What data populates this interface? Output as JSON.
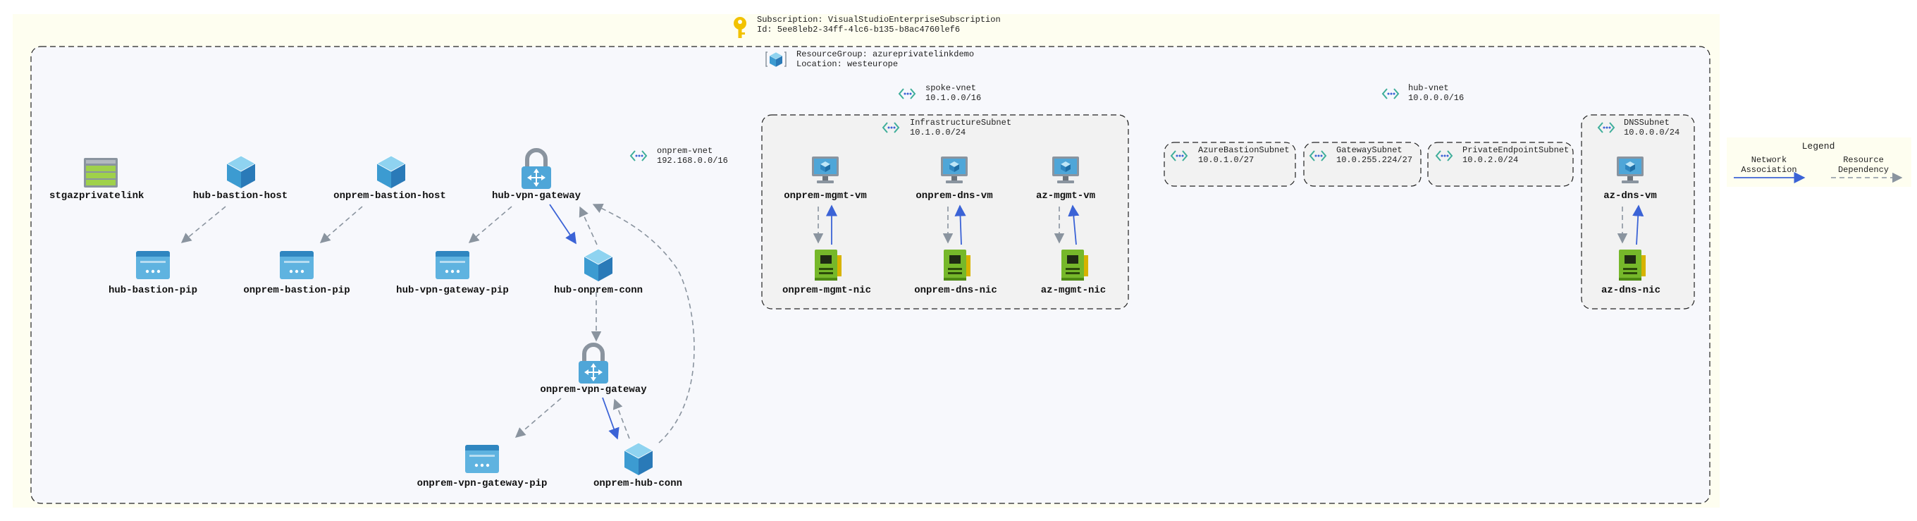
{
  "subscription": {
    "name_line": "Subscription: VisualStudioEnterpriseSubscription",
    "id_line": "Id: 5ee8leb2-34ff-4lc6-b135-b8ac4760lef6"
  },
  "resource_group": {
    "name_line": "ResourceGroup: azureprivatelinkdemo",
    "location_line": "Location: westeurope"
  },
  "vnets": {
    "onprem": {
      "name": "onprem-vnet",
      "cidr": "192.168.0.0/16"
    },
    "spoke": {
      "name": "spoke-vnet",
      "cidr": "10.1.0.0/16"
    },
    "hub": {
      "name": "hub-vnet",
      "cidr": "10.0.0.0/16"
    }
  },
  "subnets": {
    "infrastructure": {
      "name": "InfrastructureSubnet",
      "cidr": "10.1.0.0/24"
    },
    "bastion": {
      "name": "AzureBastionSubnet",
      "cidr": "10.0.1.0/27"
    },
    "gateway": {
      "name": "GatewaySubnet",
      "cidr": "10.0.255.224/27"
    },
    "privateendpoint": {
      "name": "PrivateEndpointSubnet",
      "cidr": "10.0.2.0/24"
    },
    "dns": {
      "name": "DNSSubnet",
      "cidr": "10.0.0.0/24"
    }
  },
  "nodes": {
    "stgazprivatelink": {
      "label": "stgazprivatelink",
      "icon": "storage-account-icon"
    },
    "hub_bastion_host": {
      "label": "hub-bastion-host",
      "icon": "cube-resource-icon"
    },
    "onprem_bastion_host": {
      "label": "onprem-bastion-host",
      "icon": "cube-resource-icon"
    },
    "hub_vpn_gateway": {
      "label": "hub-vpn-gateway",
      "icon": "vpn-gateway-lock-icon"
    },
    "hub_bastion_pip": {
      "label": "hub-bastion-pip",
      "icon": "public-ip-icon"
    },
    "onprem_bastion_pip": {
      "label": "onprem-bastion-pip",
      "icon": "public-ip-icon"
    },
    "hub_vpn_gateway_pip": {
      "label": "hub-vpn-gateway-pip",
      "icon": "public-ip-icon"
    },
    "hub_onprem_conn": {
      "label": "hub-onprem-conn",
      "icon": "cube-resource-icon"
    },
    "onprem_vpn_gateway": {
      "label": "onprem-vpn-gateway",
      "icon": "vpn-gateway-lock-icon"
    },
    "onprem_vpn_gateway_pip": {
      "label": "onprem-vpn-gateway-pip",
      "icon": "public-ip-icon"
    },
    "onprem_hub_conn": {
      "label": "onprem-hub-conn",
      "icon": "cube-resource-icon"
    },
    "onprem_mgmt_vm": {
      "label": "onprem-mgmt-vm",
      "icon": "virtual-machine-icon"
    },
    "onprem_dns_vm": {
      "label": "onprem-dns-vm",
      "icon": "virtual-machine-icon"
    },
    "az_mgmt_vm": {
      "label": "az-mgmt-vm",
      "icon": "virtual-machine-icon"
    },
    "onprem_mgmt_nic": {
      "label": "onprem-mgmt-nic",
      "icon": "network-interface-icon"
    },
    "onprem_dns_nic": {
      "label": "onprem-dns-nic",
      "icon": "network-interface-icon"
    },
    "az_mgmt_nic": {
      "label": "az-mgmt-nic",
      "icon": "network-interface-icon"
    },
    "az_dns_vm": {
      "label": "az-dns-vm",
      "icon": "virtual-machine-icon"
    },
    "az_dns_nic": {
      "label": "az-dns-nic",
      "icon": "network-interface-icon"
    }
  },
  "legend": {
    "title": "Legend",
    "network_line1": "Network",
    "network_line2": "Association",
    "dependency_line1": "Resource",
    "dependency_line2": "Dependency"
  },
  "colors": {
    "subscription_bg": "#fefef0",
    "resource_group_bg": "#f7f8fc",
    "subnet_bg": "#f2f2f2",
    "network_association": "#3b63d6",
    "resource_dependency": "#8a949f",
    "azure_blue": "#4fa6d8",
    "nic_green": "#76b82a"
  }
}
